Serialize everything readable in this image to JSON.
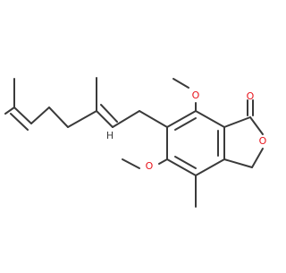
{
  "molecule": {
    "atom_labels": {
      "carbonyl_o": "O",
      "ring_o": "O",
      "o7": "O",
      "o5": "O",
      "h_vinyl": "H"
    }
  },
  "colors": {
    "bond": "#3a3a3a",
    "oxygen": "#e8141c",
    "text_dark": "#3a3a3a",
    "background": "#ffffff"
  }
}
